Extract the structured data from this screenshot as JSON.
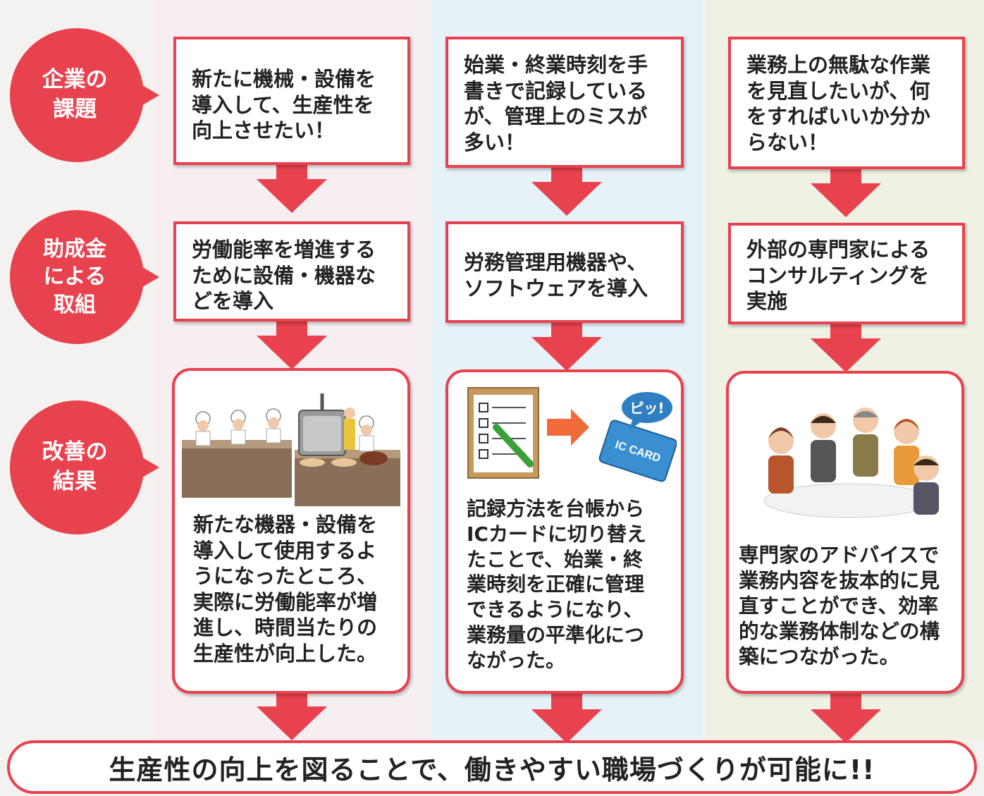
{
  "labels": {
    "challenge": "企業の\n課題",
    "effort": "助成金\nによる\n取組",
    "result": "改善の\n結果"
  },
  "columns": [
    {
      "challenge": "新たに機械・設備を\n導入して、生産性を\n向上させたい！",
      "effort": "労働能率を増進する\nために設備・機器な\nどを導入",
      "result": "新たな機器・設備を\n導入して使用するよ\nうになったところ、\n実際に労働能率が増\n進し、時間当たりの\n生産性が向上した。"
    },
    {
      "challenge": "始業・終業時刻を手\n書きで記録している\nが、管理上のミスが\n多い！",
      "effort": "労務管理用機器や、\nソフトウェアを導入",
      "result": "記録方法を台帳から\nICカードに切り替え\nたことで、始業・終\n業時刻を正確に管理\nできるようになり、\n業務量の平準化につ\nながった。"
    },
    {
      "challenge": "業務上の無駄な作業\nを見直したいが、何\nをすればいいか分か\nらない！",
      "effort": "外部の専門家による\nコンサルティングを\n実施",
      "result": "専門家のアドバイスで\n業務内容を抜本的に見\n直すことができ、効率\n的な業務体制などの構\n築につながった。"
    }
  ],
  "illustrations": {
    "ic_bubble": "ピッ!",
    "ic_card": "IC CARD"
  },
  "banner": "生産性の向上を図ることで、働きやすい職場づくりが可能に!!",
  "colors": {
    "accent": "#e8424e",
    "arrow": "#f06a3a"
  }
}
